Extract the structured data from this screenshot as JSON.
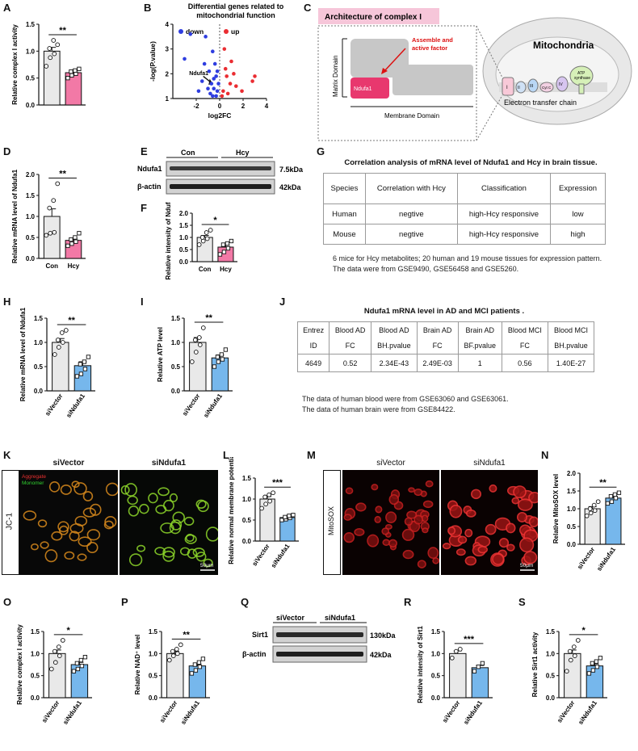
{
  "panels": {
    "A": "A",
    "B": "B",
    "C": "C",
    "D": "D",
    "E": "E",
    "F": "F",
    "G": "G",
    "H": "H",
    "I": "I",
    "J": "J",
    "K": "K",
    "L": "L",
    "M": "M",
    "N": "N",
    "O": "O",
    "P": "P",
    "Q": "Q",
    "R": "R",
    "S": "S"
  },
  "colors": {
    "control": "#e9e9e9",
    "hcy": "#f279a6",
    "si": "#76b7ec",
    "down": "#2e3de0",
    "up": "#ea2d32"
  },
  "chart_data": [
    {
      "id": "A",
      "type": "bar",
      "categories": [
        "",
        ""
      ],
      "values": [
        1.0,
        0.6
      ],
      "errors": [
        0.07,
        0.05
      ],
      "points": [
        [
          0.72,
          0.88,
          0.95,
          1.05,
          1.2,
          1.12
        ],
        [
          0.5,
          0.55,
          0.58,
          0.62,
          0.64,
          0.67
        ]
      ],
      "ylabel": "Relative complex I activity",
      "ylim": [
        0,
        1.5
      ],
      "yticks": [
        0.0,
        0.5,
        1.0,
        1.5
      ],
      "sig": "**"
    },
    {
      "id": "B",
      "type": "scatter",
      "title": "Differential genes related to mitochondrial function",
      "xlabel": "log2FC",
      "ylabel": "-log(P.value)",
      "xlim": [
        -4,
        4
      ],
      "ylim": [
        1,
        4
      ],
      "xticks": [
        -2,
        0,
        2,
        4
      ],
      "yticks": [
        1,
        2,
        3,
        4
      ],
      "legend": [
        "down",
        "up"
      ],
      "annotation": "Ndufa1",
      "down": [
        [
          -2.5,
          3.6
        ],
        [
          -3.0,
          2.6
        ],
        [
          -1.2,
          3.5
        ],
        [
          -0.9,
          2.1
        ],
        [
          -0.8,
          1.2
        ],
        [
          -0.6,
          2.9
        ],
        [
          -0.5,
          1.4
        ],
        [
          -0.3,
          1.9
        ],
        [
          -1.5,
          1.7
        ],
        [
          -0.6,
          1.1
        ],
        [
          -0.2,
          1.3
        ],
        [
          -0.4,
          2.4
        ],
        [
          -1.8,
          1.3
        ],
        [
          -0.7,
          1.6
        ],
        [
          -1.0,
          1.4
        ],
        [
          -0.3,
          1.1
        ],
        [
          -0.1,
          1.6
        ],
        [
          -0.5,
          1.8
        ],
        [
          -0.2,
          2.1
        ],
        [
          -1.3,
          2.4
        ]
      ],
      "up": [
        [
          0.4,
          3.0
        ],
        [
          0.5,
          2.2
        ],
        [
          0.9,
          1.6
        ],
        [
          0.3,
          1.3
        ],
        [
          1.0,
          2.5
        ],
        [
          0.6,
          1.9
        ],
        [
          1.4,
          1.5
        ],
        [
          1.9,
          1.3
        ],
        [
          2.8,
          1.7
        ],
        [
          3.0,
          1.9
        ],
        [
          0.2,
          1.1
        ],
        [
          0.7,
          1.2
        ],
        [
          1.2,
          2.0
        ]
      ]
    },
    {
      "id": "D",
      "type": "bar",
      "categories": [
        "Con",
        "Hcy"
      ],
      "values": [
        1.0,
        0.43
      ],
      "errors": [
        0.18,
        0.05
      ],
      "points": [
        [
          0.55,
          0.6,
          0.62,
          1.2,
          1.38,
          1.78
        ],
        [
          0.3,
          0.35,
          0.4,
          0.45,
          0.5,
          0.6
        ]
      ],
      "ylabel": "Relative mRNA level of Ndufa1",
      "ylim": [
        0,
        2.0
      ],
      "yticks": [
        0.0,
        0.5,
        1.0,
        1.5,
        2.0
      ],
      "sig": "**"
    },
    {
      "id": "F",
      "type": "bar",
      "categories": [
        "Con",
        "Hcy"
      ],
      "values": [
        1.0,
        0.6
      ],
      "errors": [
        0.08,
        0.08
      ],
      "points": [
        [
          0.7,
          0.85,
          0.95,
          1.0,
          1.2,
          1.3
        ],
        [
          0.3,
          0.4,
          0.55,
          0.7,
          0.75,
          0.85
        ]
      ],
      "ylabel": "Relative intensity of Ndufa1",
      "ylim": [
        0,
        2.0
      ],
      "yticks": [
        0.0,
        0.5,
        1.0,
        1.5,
        2.0
      ],
      "sig": "*"
    },
    {
      "id": "H",
      "type": "bar",
      "categories": [
        "siVector",
        "siNdufa1"
      ],
      "values": [
        1.0,
        0.52
      ],
      "errors": [
        0.08,
        0.08
      ],
      "points": [
        [
          0.75,
          0.9,
          1.0,
          1.05,
          1.2,
          1.25
        ],
        [
          0.3,
          0.35,
          0.45,
          0.55,
          0.6,
          0.7
        ]
      ],
      "ylabel": "Relative mRNA level of Ndufa1",
      "ylim": [
        0,
        1.5
      ],
      "yticks": [
        0.0,
        0.5,
        1.0,
        1.5
      ],
      "sig": "**"
    },
    {
      "id": "I",
      "type": "bar",
      "categories": [
        "siVector",
        "siNdufa1"
      ],
      "values": [
        1.0,
        0.68
      ],
      "errors": [
        0.1,
        0.06
      ],
      "points": [
        [
          0.6,
          0.8,
          0.95,
          1.05,
          1.1,
          1.3
        ],
        [
          0.5,
          0.6,
          0.65,
          0.7,
          0.75,
          0.85
        ]
      ],
      "ylabel": "Relative ATP level",
      "ylim": [
        0,
        1.5
      ],
      "yticks": [
        0.0,
        0.5,
        1.0,
        1.5
      ],
      "sig": "**"
    },
    {
      "id": "L",
      "type": "bar",
      "categories": [
        "siVector",
        "siNdufa1"
      ],
      "values": [
        1.0,
        0.56
      ],
      "errors": [
        0.06,
        0.02
      ],
      "points": [
        [
          0.78,
          0.88,
          0.95,
          1.05,
          1.1,
          1.15
        ],
        [
          0.5,
          0.52,
          0.55,
          0.57,
          0.6,
          0.62
        ]
      ],
      "ylabel": "Relative normal membrane potentia",
      "ylim": [
        0,
        1.5
      ],
      "yticks": [
        0.0,
        0.5,
        1.0,
        1.5
      ],
      "sig": "***"
    },
    {
      "id": "N",
      "type": "bar",
      "categories": [
        "siVector",
        "siNdufa1"
      ],
      "values": [
        1.0,
        1.3
      ],
      "errors": [
        0.06,
        0.05
      ],
      "points": [
        [
          0.8,
          0.88,
          0.95,
          1.0,
          1.1,
          1.2
        ],
        [
          1.15,
          1.2,
          1.3,
          1.35,
          1.4,
          1.45
        ]
      ],
      "ylabel": "Relative MitoSOX level",
      "ylim": [
        0,
        2.0
      ],
      "yticks": [
        0.0,
        0.5,
        1.0,
        1.5,
        2.0
      ],
      "sig": "**"
    },
    {
      "id": "O",
      "type": "bar",
      "categories": [
        "siVector",
        "siNdufa1"
      ],
      "values": [
        1.0,
        0.75
      ],
      "errors": [
        0.08,
        0.05
      ],
      "points": [
        [
          0.65,
          0.8,
          0.95,
          1.05,
          1.15,
          1.3
        ],
        [
          0.6,
          0.65,
          0.72,
          0.78,
          0.85,
          0.92
        ]
      ],
      "ylabel": "Relative complex I activity",
      "ylim": [
        0,
        1.5
      ],
      "yticks": [
        0.0,
        0.5,
        1.0,
        1.5
      ],
      "sig": "*"
    },
    {
      "id": "P",
      "type": "bar",
      "categories": [
        "siVector",
        "siNdufa1"
      ],
      "values": [
        1.0,
        0.72
      ],
      "errors": [
        0.05,
        0.05
      ],
      "points": [
        [
          0.85,
          0.95,
          1.0,
          1.05,
          1.1,
          1.2
        ],
        [
          0.55,
          0.62,
          0.7,
          0.75,
          0.8,
          0.88
        ]
      ],
      "ylabel": "Relative NAD⁺ level",
      "ylim": [
        0,
        1.5
      ],
      "yticks": [
        0.0,
        0.5,
        1.0,
        1.5
      ],
      "sig": "**"
    },
    {
      "id": "R",
      "type": "bar",
      "categories": [
        "siVector",
        "siNdufa1"
      ],
      "values": [
        1.0,
        0.68
      ],
      "errors": [
        0.06,
        0.05
      ],
      "points": [
        [
          0.9,
          1.05,
          1.1
        ],
        [
          0.6,
          0.7,
          0.78
        ]
      ],
      "ylabel": "Relative intensity of Sirt1",
      "ylim": [
        0,
        1.5
      ],
      "yticks": [
        0.0,
        0.5,
        1.0,
        1.5
      ],
      "sig": "***"
    },
    {
      "id": "S",
      "type": "bar",
      "categories": [
        "siVector",
        "siNdufa1"
      ],
      "values": [
        1.0,
        0.72
      ],
      "errors": [
        0.08,
        0.05
      ],
      "points": [
        [
          0.6,
          0.85,
          0.95,
          1.05,
          1.15,
          1.3
        ],
        [
          0.55,
          0.62,
          0.7,
          0.78,
          0.82,
          0.9
        ]
      ],
      "ylabel": "Relative Sirt1 activity",
      "ylim": [
        0,
        1.5
      ],
      "yticks": [
        0.0,
        0.5,
        1.0,
        1.5
      ],
      "sig": "*"
    }
  ],
  "schematic": {
    "title": "Architecture of complex I",
    "matrix": "Matrix Domain",
    "membrane": "Membrane Domain",
    "factor1": "Assemble and",
    "factor2": "active factor",
    "protein": "Ndufa1",
    "mito": "Mitochondria",
    "etc": "Electron transfer chain",
    "c1": "I",
    "c2": "II",
    "c3": "III",
    "cytc": "Cyt C",
    "c4": "IV",
    "atp1": "ATP",
    "atp2": "synthase"
  },
  "blotE": {
    "group1": "Con",
    "group2": "Hcy",
    "row1": "Ndufa1",
    "row2": "β-actin",
    "kda1": "7.5kDa",
    "kda2": "42kDa"
  },
  "blotQ": {
    "group1": "siVector",
    "group2": "siNdufa1",
    "row1": "Sirt1",
    "row2": "β-actin",
    "kda1": "130kDa",
    "kda2": "42kDa"
  },
  "tableG": {
    "title": "Correlation analysis of  mRNA level of Ndufa1 and Hcy  in brain tissue.",
    "header": [
      "Species",
      "Correlation with Hcy",
      "Classification",
      "Expression"
    ],
    "rows": [
      [
        "Human",
        "negtive",
        "high-Hcy responsive",
        "low"
      ],
      [
        "Mouse",
        "negtive",
        "high-Hcy responsive",
        "high"
      ]
    ],
    "note1": "6 mice for Hcy metabolites; 20 human and 19 mouse tissues for expression pattern.",
    "note2": "The data were from GSE9490, GSE56458 and GSE5260."
  },
  "tableJ": {
    "title": "Ndufa1 mRNA level  in AD and MCI patients .",
    "h1": [
      "Entrez",
      "Blood AD",
      "Blood AD",
      "Brain AD",
      "Brain AD",
      "Blood MCI",
      "Blood MCI"
    ],
    "h2": [
      "ID",
      "FC",
      "BH.pvalue",
      "FC",
      "BF.pvalue",
      "FC",
      "BH.pvalue"
    ],
    "row": [
      "4649",
      "0.52",
      "2.34E-43",
      "2.49E-03",
      "1",
      "0.56",
      "1.40E-27"
    ],
    "note1": "The data of human blood were from GSE63060 and GSE63061.",
    "note2": "The data of human brain were from GSE84422."
  },
  "imagesK": {
    "side": "JC-1",
    "col1": "siVector",
    "col2": "siNdufa1",
    "legend1": "Aggregate",
    "legend2": "Monomer",
    "scale": "50μm"
  },
  "imagesM": {
    "side": "MitoSOX",
    "col1": "siVector",
    "col2": "siNdufa1",
    "scale": "50μm"
  }
}
